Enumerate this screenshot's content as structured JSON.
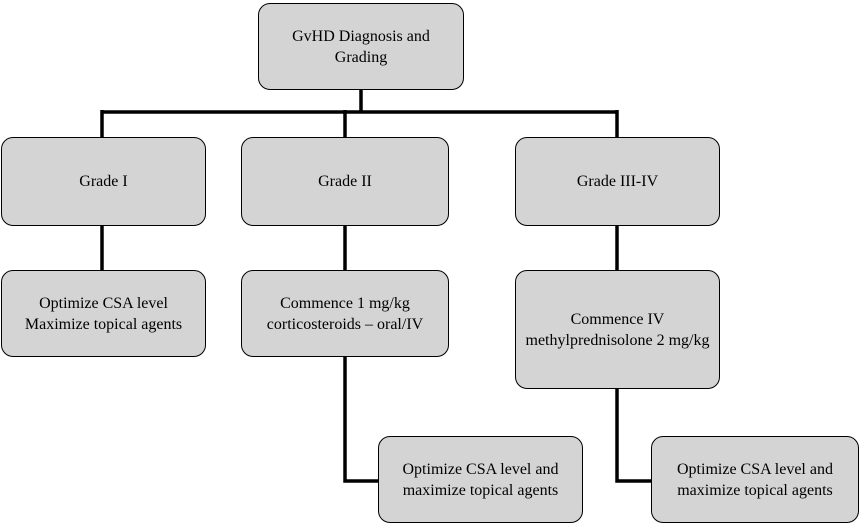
{
  "diagram": {
    "root": {
      "line1": "GvHD Diagnosis and",
      "line2": "Grading"
    },
    "grades": [
      {
        "label": "Grade I"
      },
      {
        "label": "Grade II"
      },
      {
        "label": "Grade III-IV"
      }
    ],
    "treatments": [
      {
        "line1": "Optimize CSA level",
        "line2": "Maximize topical agents"
      },
      {
        "line1": "Commence 1 mg/kg",
        "line2": "corticosteroids – oral/IV"
      },
      {
        "line1": "Commence IV",
        "line2": "methylprednisolone 2 mg/kg"
      }
    ],
    "followups": [
      {
        "line1": "Optimize CSA level and",
        "line2": "maximize topical agents"
      },
      {
        "line1": "Optimize CSA level and",
        "line2": "maximize topical agents"
      }
    ]
  }
}
